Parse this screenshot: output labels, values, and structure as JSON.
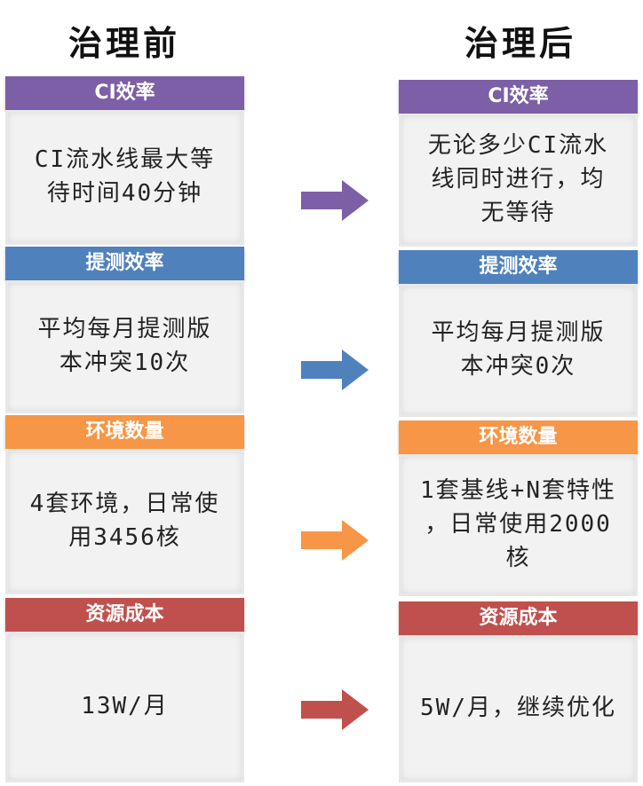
{
  "left_title": "治理前",
  "right_title": "治理后",
  "colors": {
    "purple": "#7c5fa6",
    "blue": "#4f81bd",
    "orange": "#f79646",
    "red": "#c0504d"
  },
  "sections": [
    {
      "header": "CI效率",
      "before_lines": [
        "CI流水线最大等",
        "待时间40分钟"
      ],
      "after_lines": [
        "无论多少CI流水",
        "线同时进行，均",
        "无等待"
      ],
      "arrow_icon": "purple-right-arrow-icon"
    },
    {
      "header": "提测效率",
      "before_lines": [
        "平均每月提测版",
        "本冲突10次"
      ],
      "after_lines": [
        "平均每月提测版",
        "本冲突0次"
      ],
      "arrow_icon": "blue-right-arrow-icon"
    },
    {
      "header": "环境数量",
      "before_lines": [
        "4套环境，日常使",
        "用3456核"
      ],
      "after_lines": [
        "1套基线+N套特性",
        "，日常使用2000",
        "核"
      ],
      "arrow_icon": "orange-right-arrow-icon"
    },
    {
      "header": "资源成本",
      "before_lines": [
        "13W/月"
      ],
      "after_lines": [
        "5W/月，继续优化"
      ],
      "arrow_icon": "red-right-arrow-icon"
    }
  ]
}
